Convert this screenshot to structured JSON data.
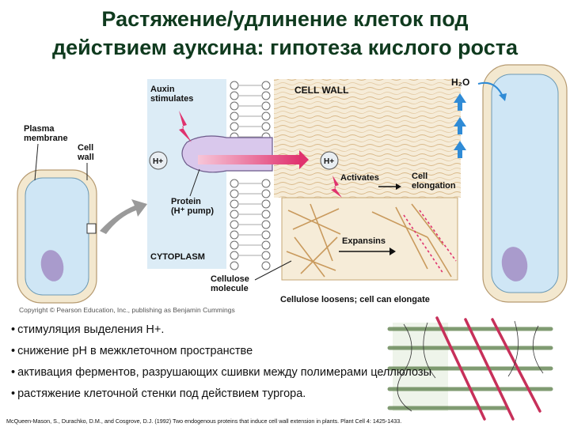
{
  "title": {
    "line1": "Растяжение/удлинение клеток под",
    "line2": "действием ауксина: гипотеза кислого роста"
  },
  "diagram": {
    "labels": {
      "plasma_membrane": [
        "Plasma",
        "membrane"
      ],
      "cell_wall_small": [
        "Cell",
        "wall"
      ],
      "auxin_stimulates": [
        "Auxin",
        "stimulates"
      ],
      "cell_wall_big": "CELL WALL",
      "h_plus": "H+",
      "activates": "Activates",
      "cell_elongation": [
        "Cell",
        "elongation"
      ],
      "protein": [
        "Protein",
        "(H⁺ pump)"
      ],
      "expansins": "Expansins",
      "cytoplasm": "CYTOPLASM",
      "cellulose_molecule": [
        "Cellulose",
        "molecule"
      ],
      "cellulose_loosens": "Cellulose loosens; cell can elongate",
      "h2o": "H₂O"
    },
    "copyright": "Copyright © Pearson Education, Inc., publishing as Benjamin Cummings"
  },
  "bullets": [
    "стимуляция выделения Н+.",
    "снижение рН в межклеточном пространстве",
    "активация ферментов, разрушающих сшивки между полимерами целлюлозы",
    "растяжение клеточной стенки под действием тургора."
  ],
  "citation": "McQueen-Mason, S., Durachko, D.M., and Cosgrove, D.J. (1992) Two endogenous proteins that induce cell wall extension in plants. Plant Cell 4: 1425-1433.",
  "colors": {
    "title": "#0f3a1e",
    "cell_wall": "#f3e8cf",
    "vacuole": "#cfe6f5",
    "nucleus": "#a99bcc",
    "arrow_pink": "#e0326e",
    "arrow_blue": "#2f8bd6"
  }
}
